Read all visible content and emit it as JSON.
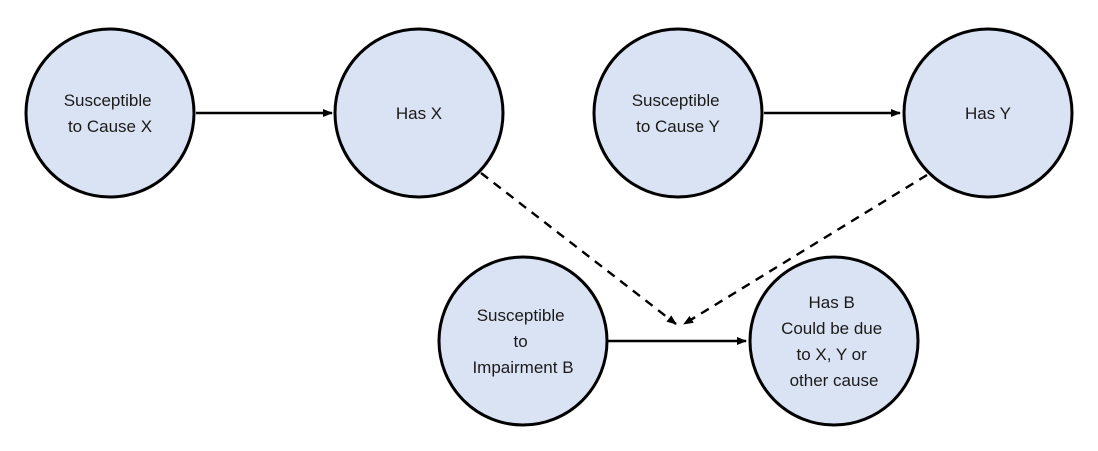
{
  "nodes": [
    {
      "id": "susceptible-x",
      "lines": [
        "Susceptible",
        "to Cause X"
      ]
    },
    {
      "id": "has-x",
      "lines": [
        "Has X"
      ]
    },
    {
      "id": "susceptible-y",
      "lines": [
        "Susceptible",
        "to Cause Y"
      ]
    },
    {
      "id": "has-y",
      "lines": [
        "Has Y"
      ]
    },
    {
      "id": "susceptible-b",
      "lines": [
        "Susceptible",
        "to",
        "Impairment B"
      ]
    },
    {
      "id": "has-b",
      "lines": [
        "Has B",
        "Could be due",
        "to X, Y or",
        "other cause"
      ]
    }
  ],
  "edges": [
    {
      "id": "susceptible-x-to-has-x",
      "from": "susceptible-x",
      "to": "has-x",
      "style": "solid"
    },
    {
      "id": "susceptible-y-to-has-y",
      "from": "susceptible-y",
      "to": "has-y",
      "style": "solid"
    },
    {
      "id": "susceptible-b-to-has-b",
      "from": "susceptible-b",
      "to": "has-b",
      "style": "solid"
    },
    {
      "id": "has-x-to-b-edge",
      "from": "has-x",
      "to": "susceptible-b-to-has-b",
      "style": "dashed"
    },
    {
      "id": "has-y-to-b-edge",
      "from": "has-y",
      "to": "susceptible-b-to-has-b",
      "style": "dashed"
    }
  ],
  "colors": {
    "node_fill": "#dae3f3",
    "node_stroke": "#000000",
    "edge": "#000000",
    "text": "#1a1a1a"
  }
}
